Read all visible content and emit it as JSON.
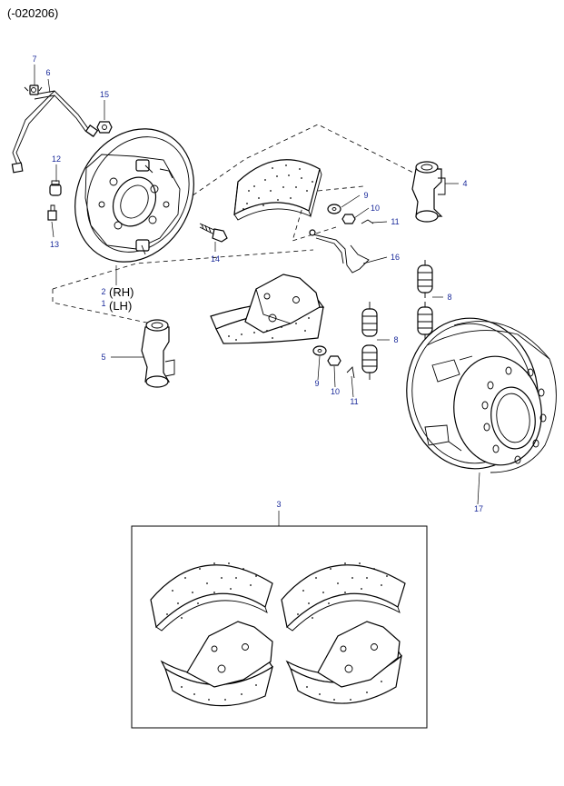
{
  "header": {
    "date_range": "(-020206)"
  },
  "callouts": {
    "c7": "7",
    "c6": "6",
    "c15": "15",
    "c12": "12",
    "c13": "13",
    "c14": "14",
    "c2": "2",
    "c1": "1",
    "c4": "4",
    "c9a": "9",
    "c10a": "10",
    "c11a": "11",
    "c16": "16",
    "c8a": "8",
    "c8b": "8",
    "c5": "5",
    "c9b": "9",
    "c10b": "10",
    "c11b": "11",
    "c17": "17",
    "c3": "3"
  },
  "side_labels": {
    "rh": "(RH)",
    "lh": "(LH)"
  }
}
